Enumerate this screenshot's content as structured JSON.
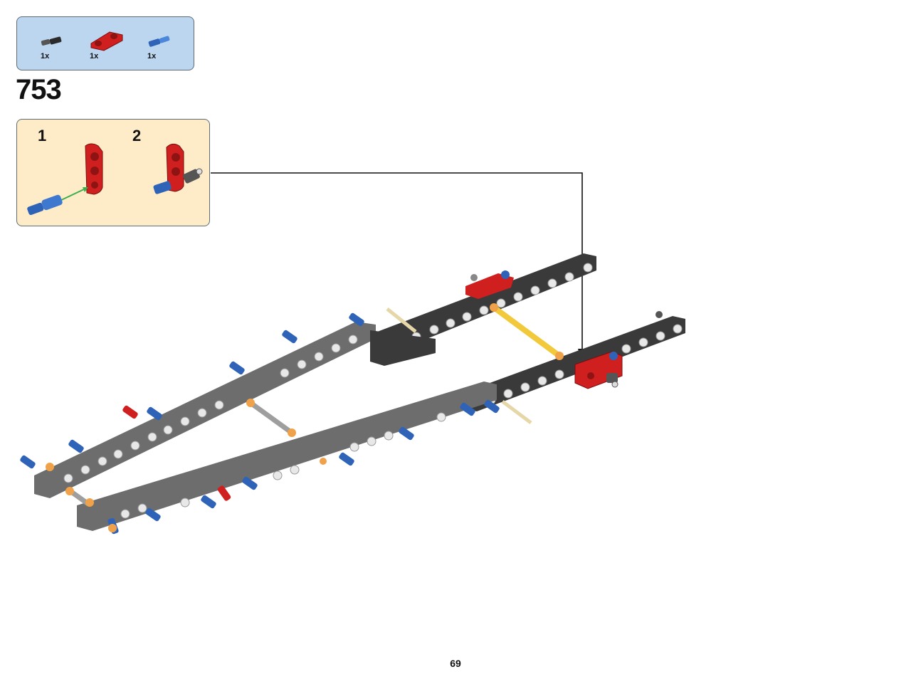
{
  "parts_list": {
    "items": [
      {
        "icon": "black-axle-pin-icon",
        "qty": "1x"
      },
      {
        "icon": "red-pin-connector-icon",
        "qty": "1x"
      },
      {
        "icon": "blue-axle-pin-icon",
        "qty": "1x"
      }
    ]
  },
  "step": {
    "number": "753"
  },
  "substeps": [
    {
      "number": "1"
    },
    {
      "number": "2"
    }
  ],
  "colors": {
    "parts_box_bg": "#bcd6ef",
    "substep_box_bg": "#fdecc7",
    "beam_dark": "#3a3a3a",
    "beam_gray": "#6d6d6d",
    "pin_blue": "#2e63b8",
    "connector_red": "#d01f1f",
    "bushing_orange": "#f0a24a",
    "axle_yellow": "#f1c93a",
    "arrow_green": "#3dae4d"
  },
  "page": {
    "number": "69"
  }
}
